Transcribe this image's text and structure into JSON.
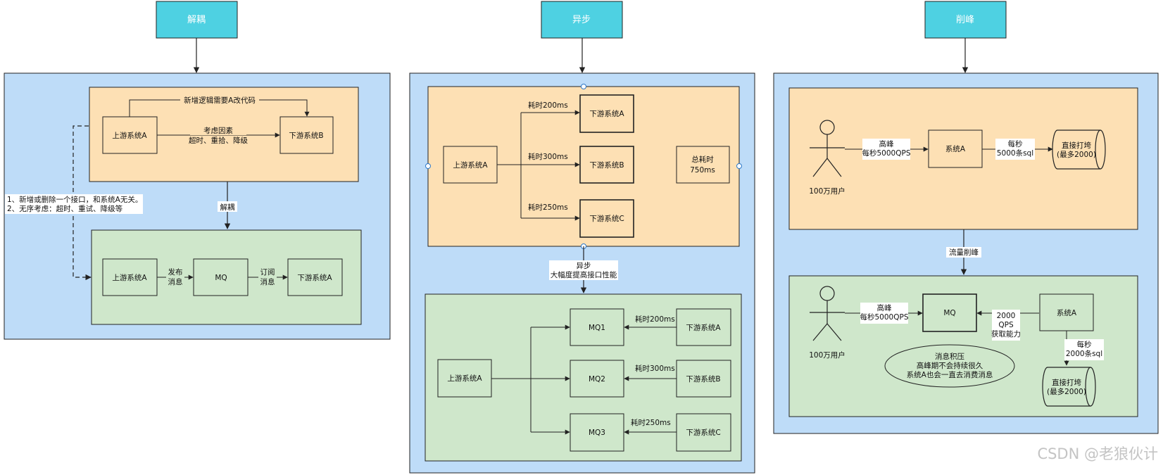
{
  "headers": {
    "decouple": "解耦",
    "async": "异步",
    "peak": "削峰"
  },
  "colors": {
    "header": "#4ed1e2",
    "panel_blue": "#bedcf8",
    "box_orange": "#fde0b4",
    "box_green": "#cfe7cb",
    "stroke": "#222222"
  },
  "decouple": {
    "top": {
      "upstream": "上游系统A",
      "downstream": "下游系统B",
      "new_logic_note": "新增逻辑需要A改代码",
      "consider_line1": "考虑因素",
      "consider_line2": "超时、重拾、降级"
    },
    "arrow_label": "解耦",
    "side_note_line1": "1、新增或删除一个接口，和系统A无关。",
    "side_note_line2": "2、无序考虑：超时、重试、降级等",
    "bottom": {
      "upstream": "上游系统A",
      "publish_line1": "发布",
      "publish_line2": "消息",
      "mq": "MQ",
      "subscribe_line1": "订阅",
      "subscribe_line2": "消息",
      "downstream": "下游系统A"
    }
  },
  "async": {
    "top": {
      "upstream": "上游系统A",
      "down_a": "下游系统A",
      "down_b": "下游系统B",
      "down_c": "下游系统C",
      "cost_a": "耗时200ms",
      "cost_b": "耗时300ms",
      "cost_c": "耗时250ms",
      "total_line1": "总耗时",
      "total_line2": "750ms"
    },
    "arrow_label_line1": "异步",
    "arrow_label_line2": "大幅度提高接口性能",
    "bottom": {
      "upstream": "上游系统A",
      "mq1": "MQ1",
      "mq2": "MQ2",
      "mq3": "MQ3",
      "down_a": "下游系统A",
      "down_b": "下游系统B",
      "down_c": "下游系统C",
      "cost_a": "耗时200ms",
      "cost_b": "耗时300ms",
      "cost_c": "耗时250ms"
    }
  },
  "peak": {
    "top": {
      "users": "100万用户",
      "peak_line1": "高峰",
      "peak_line2": "每秒5000QPS",
      "system": "系统A",
      "rate_line1": "每秒",
      "rate_line2": "5000条sql",
      "db_line1": "直接打垮",
      "db_line2": "(最多2000)"
    },
    "arrow_label": "流量削峰",
    "bottom": {
      "users": "100万用户",
      "peak_line1": "高峰",
      "peak_line2": "每秒5000QPS",
      "mq": "MQ",
      "qps_line1": "2000",
      "qps_line2": "QPS",
      "qps_line3": "获取能力",
      "system": "系统A",
      "rate_line1": "每秒",
      "rate_line2": "2000条sql",
      "db_line1": "直接打垮",
      "db_line2": "(最多2000)",
      "backlog_line1": "消息积压",
      "backlog_line2": "高峰期不会持续很久",
      "backlog_line3": "系统A也会一直去消费消息"
    }
  },
  "watermark": "CSDN @老狼伙计"
}
